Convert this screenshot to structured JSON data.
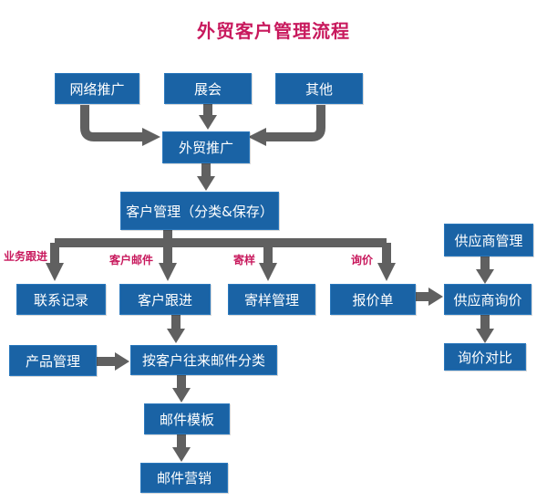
{
  "title": "外贸客户管理流程",
  "colors": {
    "box_fill": "#1a63a5",
    "arrow": "#606060",
    "title": "#c8195d",
    "edge_label": "#c8195d"
  },
  "nodes": {
    "network_promo": "网络推广",
    "exhibition": "展会",
    "other": "其他",
    "trade_promo": "外贸推广",
    "customer_mgmt": "客户管理（分类&保存）",
    "contact_record": "联系记录",
    "customer_followup": "客户跟进",
    "sample_mgmt": "寄样管理",
    "quotation": "报价单",
    "supplier_mgmt": "供应商管理",
    "supplier_inquiry": "供应商询价",
    "inquiry_compare": "询价对比",
    "product_mgmt": "产品管理",
    "mail_classify": "按客户往来邮件分类",
    "mail_template": "邮件模板",
    "mail_marketing": "邮件营销"
  },
  "edge_labels": {
    "biz_followup": "业务跟进",
    "customer_mail": "客户邮件",
    "sample": "寄样",
    "inquiry": "询价"
  }
}
